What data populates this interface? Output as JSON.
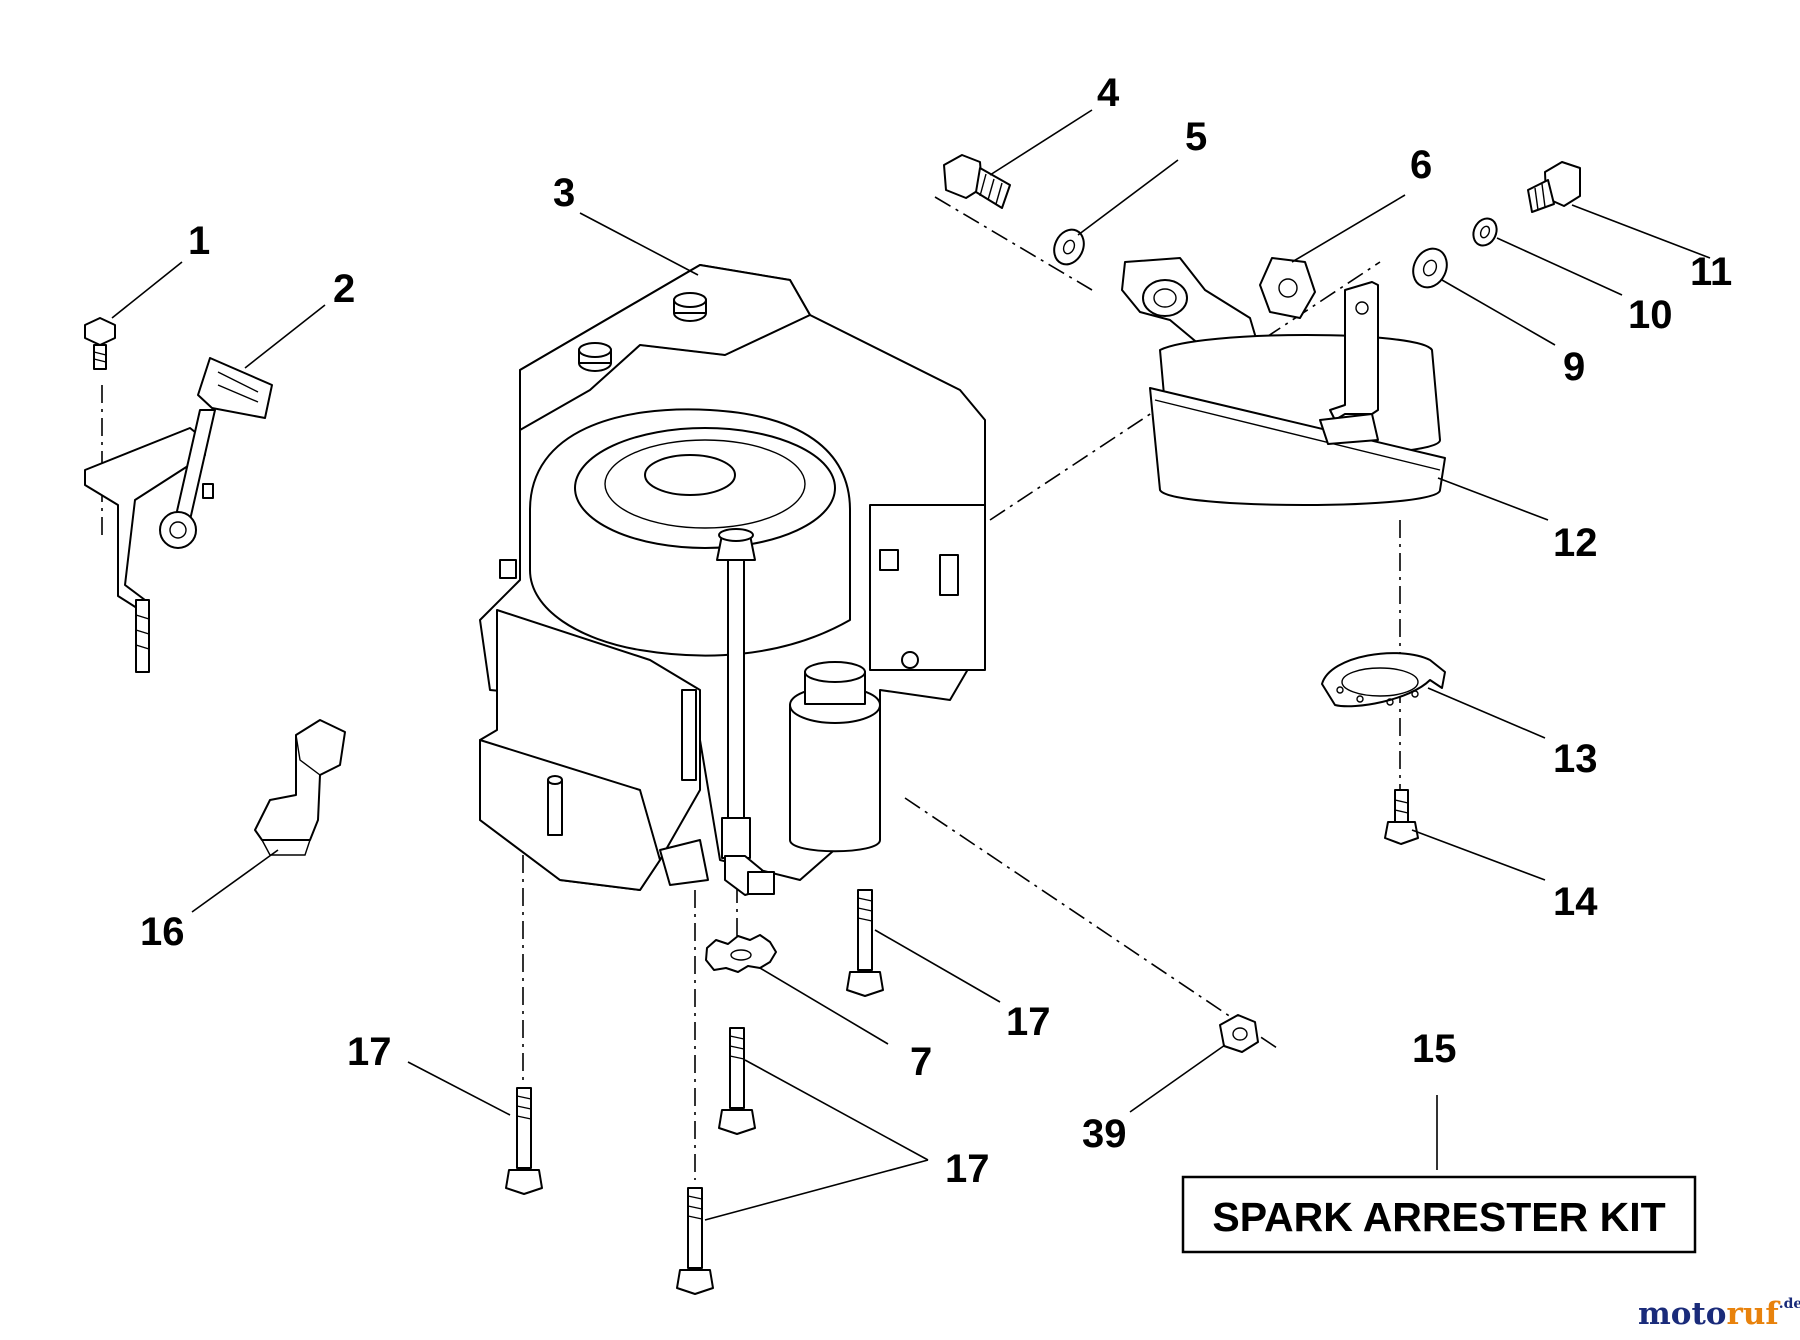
{
  "callouts": {
    "c1": "1",
    "c2": "2",
    "c3": "3",
    "c4": "4",
    "c5": "5",
    "c6": "6",
    "c7": "7",
    "c9": "9",
    "c10": "10",
    "c11": "11",
    "c12": "12",
    "c13": "13",
    "c14": "14",
    "c15": "15",
    "c16": "16",
    "c17": "17",
    "c39": "39"
  },
  "kit_label": "SPARK ARRESTER KIT",
  "watermark": {
    "part1": "moto",
    "part2": "ruf",
    "part3": ".de"
  }
}
